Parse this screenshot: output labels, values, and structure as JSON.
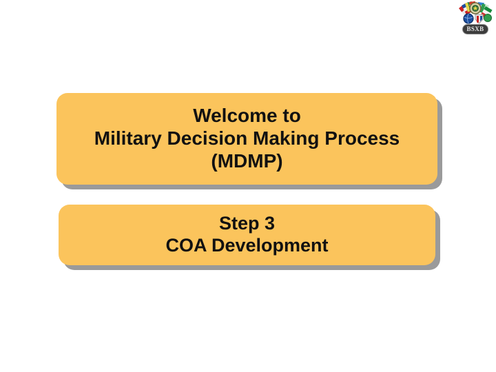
{
  "slide": {
    "background_color": "#ffffff",
    "box_color": "#fbc45c",
    "box_shadow_color": "#9a9a9a",
    "text_color": "#111111"
  },
  "logo": {
    "name": "bsxb-unit-emblem",
    "badge_text": "BSXB",
    "description": "circular arrangement of colored flags around a central seal"
  },
  "boxes": [
    {
      "name": "welcome-title-box",
      "lines": [
        "Welcome to",
        "Military Decision Making Process",
        "(MDMP)"
      ]
    },
    {
      "name": "step-title-box",
      "lines": [
        "Step 3",
        "COA Development"
      ]
    }
  ]
}
